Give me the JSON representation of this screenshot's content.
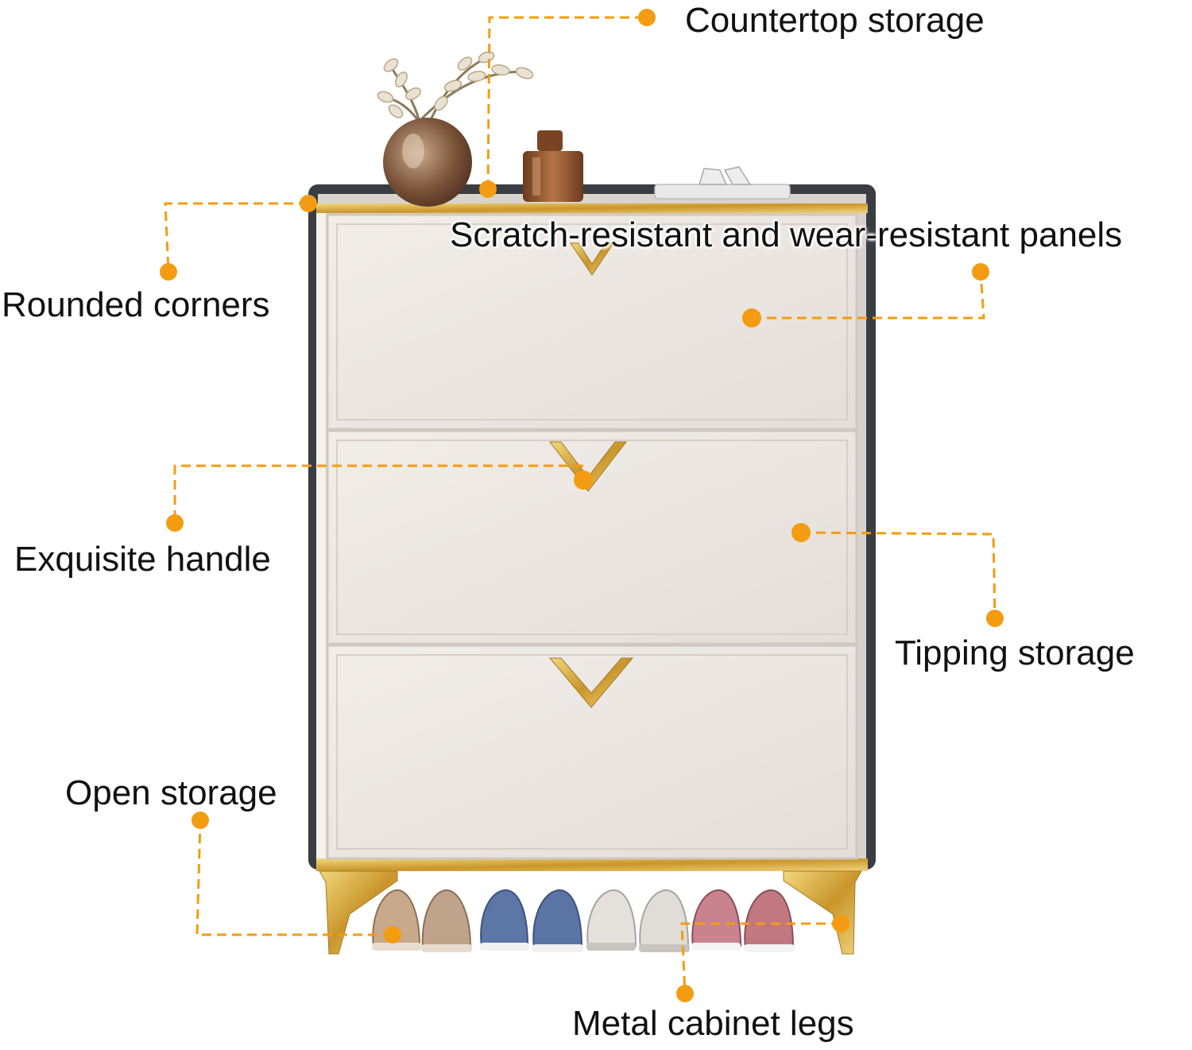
{
  "callouts": {
    "countertop": "Countertop storage",
    "panels": "Scratch-resistant and wear-resistant panels",
    "corners": "Rounded corners",
    "handle": "Exquisite handle",
    "tipping": "Tipping storage",
    "open_storage": "Open storage",
    "legs": "Metal cabinet legs"
  },
  "colors": {
    "accent": "#F39C12",
    "gold": "#D4A43A",
    "frame": "#3A3D42",
    "panel": "#ECE7E2",
    "text": "#111111"
  }
}
